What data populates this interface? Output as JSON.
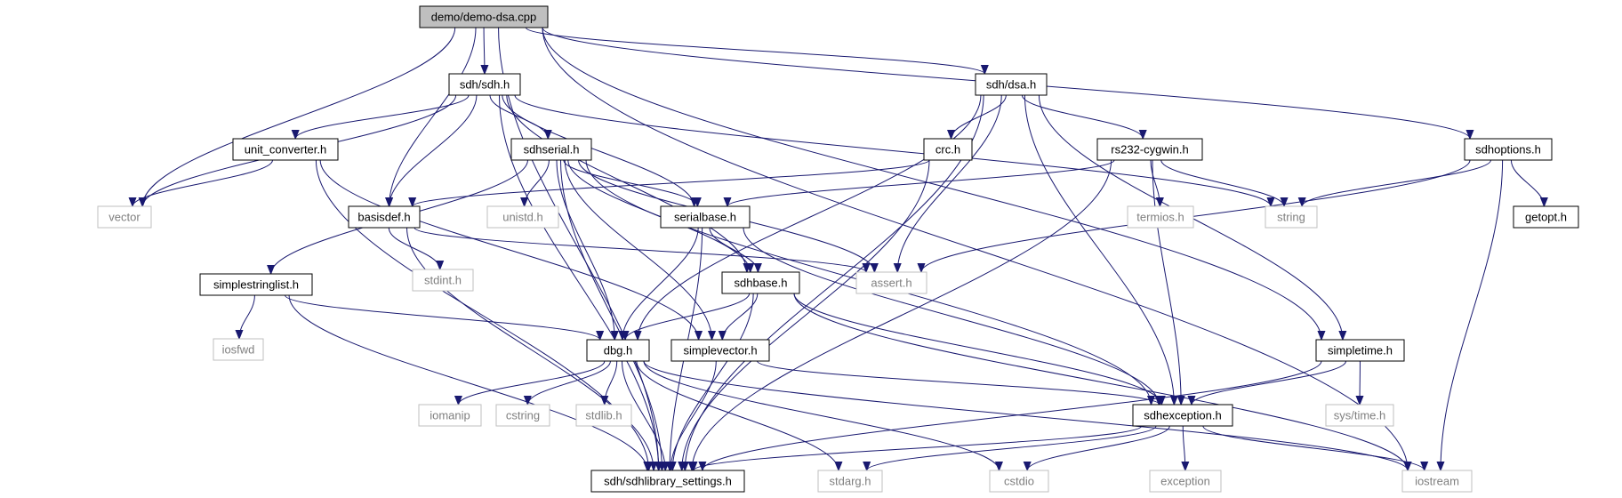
{
  "diagram": {
    "type": "include-dependency-graph",
    "edge_color": "#191970",
    "root_fill": "#bfbfbf",
    "external_border": "#bfbfbf",
    "external_text": "#7f7f7f",
    "nodes": [
      {
        "id": "demo_dsa",
        "label": "demo/demo-dsa.cpp",
        "kind": "root"
      },
      {
        "id": "sdh_h",
        "label": "sdh/sdh.h",
        "kind": "local"
      },
      {
        "id": "dsa_h",
        "label": "sdh/dsa.h",
        "kind": "local"
      },
      {
        "id": "unit_converter",
        "label": "unit_converter.h",
        "kind": "local"
      },
      {
        "id": "sdhserial",
        "label": "sdhserial.h",
        "kind": "local"
      },
      {
        "id": "crc",
        "label": "crc.h",
        "kind": "local"
      },
      {
        "id": "rs232",
        "label": "rs232-cygwin.h",
        "kind": "local"
      },
      {
        "id": "sdhoptions",
        "label": "sdhoptions.h",
        "kind": "local"
      },
      {
        "id": "vector",
        "label": "vector",
        "kind": "external"
      },
      {
        "id": "basisdef",
        "label": "basisdef.h",
        "kind": "local"
      },
      {
        "id": "unistd",
        "label": "unistd.h",
        "kind": "external"
      },
      {
        "id": "serialbase",
        "label": "serialbase.h",
        "kind": "local"
      },
      {
        "id": "termios",
        "label": "termios.h",
        "kind": "external"
      },
      {
        "id": "string",
        "label": "string",
        "kind": "external"
      },
      {
        "id": "getopt",
        "label": "getopt.h",
        "kind": "local"
      },
      {
        "id": "stdint",
        "label": "stdint.h",
        "kind": "external"
      },
      {
        "id": "simplestringlist",
        "label": "simplestringlist.h",
        "kind": "local"
      },
      {
        "id": "sdhbase",
        "label": "sdhbase.h",
        "kind": "local"
      },
      {
        "id": "assert",
        "label": "assert.h",
        "kind": "external"
      },
      {
        "id": "iosfwd",
        "label": "iosfwd",
        "kind": "external"
      },
      {
        "id": "dbg",
        "label": "dbg.h",
        "kind": "local"
      },
      {
        "id": "simplevector",
        "label": "simplevector.h",
        "kind": "local"
      },
      {
        "id": "simpletime",
        "label": "simpletime.h",
        "kind": "local"
      },
      {
        "id": "iomanip",
        "label": "iomanip",
        "kind": "external"
      },
      {
        "id": "cstring",
        "label": "cstring",
        "kind": "external"
      },
      {
        "id": "stdlib",
        "label": "stdlib.h",
        "kind": "external"
      },
      {
        "id": "sdhexception",
        "label": "sdhexception.h",
        "kind": "local"
      },
      {
        "id": "systime",
        "label": "sys/time.h",
        "kind": "external"
      },
      {
        "id": "settings",
        "label": "sdh/sdhlibrary_settings.h",
        "kind": "local"
      },
      {
        "id": "stdarg",
        "label": "stdarg.h",
        "kind": "external"
      },
      {
        "id": "cstdio",
        "label": "cstdio",
        "kind": "external"
      },
      {
        "id": "exception",
        "label": "exception",
        "kind": "external"
      },
      {
        "id": "iostream",
        "label": "iostream",
        "kind": "external"
      }
    ],
    "edges": [
      {
        "from": "demo_dsa",
        "to": "sdh_h"
      },
      {
        "from": "demo_dsa",
        "to": "dsa_h"
      },
      {
        "from": "demo_dsa",
        "to": "sdhoptions"
      },
      {
        "from": "demo_dsa",
        "to": "vector"
      },
      {
        "from": "demo_dsa",
        "to": "basisdef"
      },
      {
        "from": "demo_dsa",
        "to": "settings"
      },
      {
        "from": "demo_dsa",
        "to": "iostream"
      },
      {
        "from": "demo_dsa",
        "to": "simpletime"
      },
      {
        "from": "sdh_h",
        "to": "unit_converter"
      },
      {
        "from": "sdh_h",
        "to": "sdhserial"
      },
      {
        "from": "sdh_h",
        "to": "vector"
      },
      {
        "from": "sdh_h",
        "to": "basisdef"
      },
      {
        "from": "sdh_h",
        "to": "serialbase"
      },
      {
        "from": "sdh_h",
        "to": "sdhbase"
      },
      {
        "from": "sdh_h",
        "to": "string"
      },
      {
        "from": "sdh_h",
        "to": "settings"
      },
      {
        "from": "dsa_h",
        "to": "crc"
      },
      {
        "from": "dsa_h",
        "to": "rs232"
      },
      {
        "from": "dsa_h",
        "to": "sdhexception"
      },
      {
        "from": "dsa_h",
        "to": "assert"
      },
      {
        "from": "dsa_h",
        "to": "dbg"
      },
      {
        "from": "dsa_h",
        "to": "settings"
      },
      {
        "from": "dsa_h",
        "to": "simpletime"
      },
      {
        "from": "unit_converter",
        "to": "vector"
      },
      {
        "from": "unit_converter",
        "to": "settings"
      },
      {
        "from": "unit_converter",
        "to": "simplevector"
      },
      {
        "from": "sdhserial",
        "to": "serialbase"
      },
      {
        "from": "sdhserial",
        "to": "sdhbase"
      },
      {
        "from": "sdhserial",
        "to": "unistd"
      },
      {
        "from": "sdhserial",
        "to": "simplestringlist"
      },
      {
        "from": "sdhserial",
        "to": "dbg"
      },
      {
        "from": "sdhserial",
        "to": "simplevector"
      },
      {
        "from": "sdhserial",
        "to": "sdhexception"
      },
      {
        "from": "sdhserial",
        "to": "assert"
      },
      {
        "from": "sdhserial",
        "to": "settings"
      },
      {
        "from": "crc",
        "to": "basisdef"
      },
      {
        "from": "crc",
        "to": "settings"
      },
      {
        "from": "rs232",
        "to": "serialbase"
      },
      {
        "from": "rs232",
        "to": "termios"
      },
      {
        "from": "rs232",
        "to": "string"
      },
      {
        "from": "rs232",
        "to": "sdhexception"
      },
      {
        "from": "rs232",
        "to": "settings"
      },
      {
        "from": "sdhoptions",
        "to": "string"
      },
      {
        "from": "sdhoptions",
        "to": "getopt"
      },
      {
        "from": "sdhoptions",
        "to": "assert"
      },
      {
        "from": "sdhoptions",
        "to": "iostream"
      },
      {
        "from": "basisdef",
        "to": "stdint"
      },
      {
        "from": "basisdef",
        "to": "assert"
      },
      {
        "from": "basisdef",
        "to": "settings"
      },
      {
        "from": "serialbase",
        "to": "sdhbase"
      },
      {
        "from": "serialbase",
        "to": "dbg"
      },
      {
        "from": "serialbase",
        "to": "sdhexception"
      },
      {
        "from": "serialbase",
        "to": "settings"
      },
      {
        "from": "simplestringlist",
        "to": "iosfwd"
      },
      {
        "from": "simplestringlist",
        "to": "dbg"
      },
      {
        "from": "simplestringlist",
        "to": "settings"
      },
      {
        "from": "sdhbase",
        "to": "dbg"
      },
      {
        "from": "sdhbase",
        "to": "simplevector"
      },
      {
        "from": "sdhbase",
        "to": "sdhexception"
      },
      {
        "from": "sdhbase",
        "to": "settings"
      },
      {
        "from": "sdhbase",
        "to": "iostream"
      },
      {
        "from": "dbg",
        "to": "iomanip"
      },
      {
        "from": "dbg",
        "to": "cstring"
      },
      {
        "from": "dbg",
        "to": "stdlib"
      },
      {
        "from": "dbg",
        "to": "settings"
      },
      {
        "from": "dbg",
        "to": "stdarg"
      },
      {
        "from": "dbg",
        "to": "cstdio"
      },
      {
        "from": "dbg",
        "to": "iostream"
      },
      {
        "from": "simplevector",
        "to": "sdhexception"
      },
      {
        "from": "simplevector",
        "to": "settings"
      },
      {
        "from": "simpletime",
        "to": "sdhexception"
      },
      {
        "from": "simpletime",
        "to": "systime"
      },
      {
        "from": "simpletime",
        "to": "settings"
      },
      {
        "from": "sdhexception",
        "to": "settings"
      },
      {
        "from": "sdhexception",
        "to": "stdarg"
      },
      {
        "from": "sdhexception",
        "to": "cstdio"
      },
      {
        "from": "sdhexception",
        "to": "exception"
      },
      {
        "from": "sdhexception",
        "to": "iostream"
      }
    ]
  }
}
